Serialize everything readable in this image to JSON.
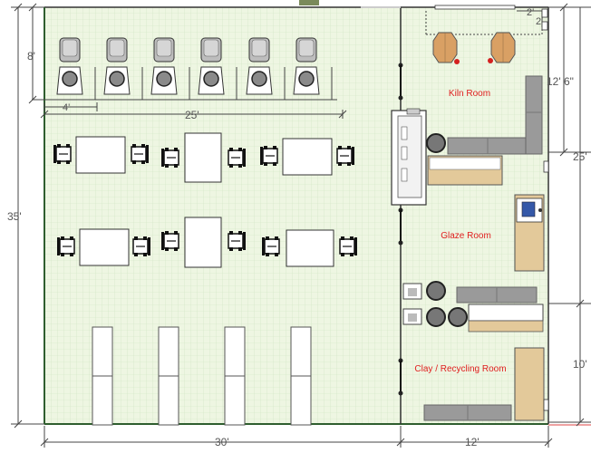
{
  "rooms": {
    "kiln": "Kiln Room",
    "glaze": "Glaze Room",
    "clay": "Clay / Recycling Room"
  },
  "dimensions": {
    "left_height": "35'",
    "wheel_depth": "8'",
    "wheel_spacing": "4'",
    "wheel_row_width": "25'",
    "main_width": "30'",
    "right_width": "12'",
    "kiln_depth": "12' 6\"",
    "right_upper": "25'",
    "right_lower": "10'",
    "corner_a": "2'",
    "corner_b": "2'"
  },
  "colors": {
    "floor": "#eef6e2",
    "grid": "#cfe3c2",
    "wall_green": "#2f5e2f",
    "wood": "#e3c99a",
    "kiln": "#d9a064",
    "counter": "#9a9a9a",
    "room_label": "#e02020",
    "dimension": "#555555"
  }
}
